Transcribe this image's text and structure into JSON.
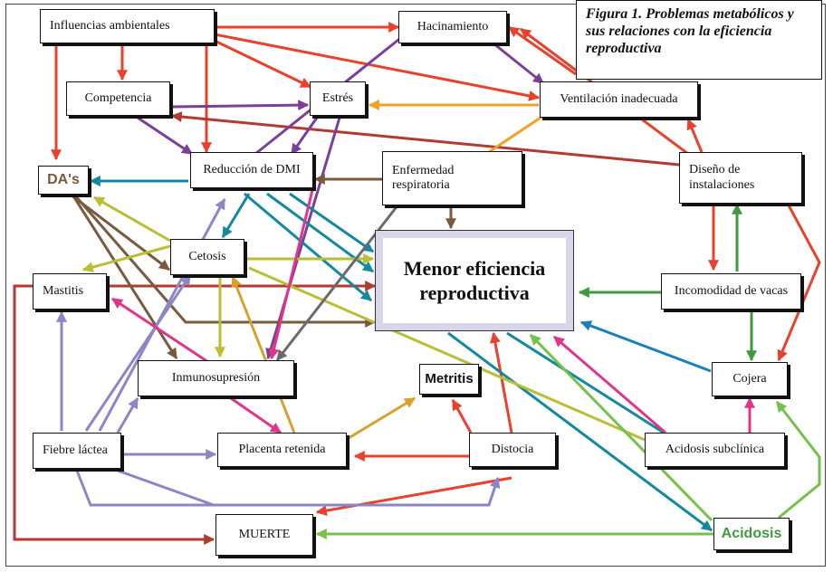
{
  "caption": "Figura 1. Problemas metabólicos y sus relaciones con la eficiencia reproductiva",
  "nodes": {
    "influencias": "Influencias ambientales",
    "hacinamiento": "Hacinamiento",
    "competencia": "Competencia",
    "estres": "Estrés",
    "ventilacion": "Ventilación inadecuada",
    "das": "DA's",
    "reduccion": "Reducción de DMI",
    "enfermedad": "Enfermedad respiratoria",
    "diseno": "Diseño de instalaciones",
    "cetosis": "Cetosis",
    "menor": "Menor eficiencia reproductiva",
    "mastitis": "Mastitis",
    "incomodidad": "Incomodidad de vacas",
    "inmunosupresion": "Inmunosupresión",
    "metritis": "Metritis",
    "cojera": "Cojera",
    "fiebre": "Fiebre láctea",
    "placenta": "Placenta retenida",
    "distocia": "Distocia",
    "acidosis_sub": "Acidosis subclínica",
    "muerte": "MUERTE",
    "acidosis": "Acidosis"
  },
  "colors": {
    "red": "#e8412c",
    "darkred": "#b23a2e",
    "purple": "#7b3f9a",
    "orange": "#f5a025",
    "teal": "#13889e",
    "brown": "#7a5a3e",
    "olive": "#b9bf35",
    "lavender": "#8c86c4",
    "pink": "#e0358a",
    "green": "#3e9a3e",
    "lightgreen": "#74c24b",
    "gray": "#6a6a6a",
    "gold": "#d9a02c",
    "blue": "#1780bd"
  }
}
